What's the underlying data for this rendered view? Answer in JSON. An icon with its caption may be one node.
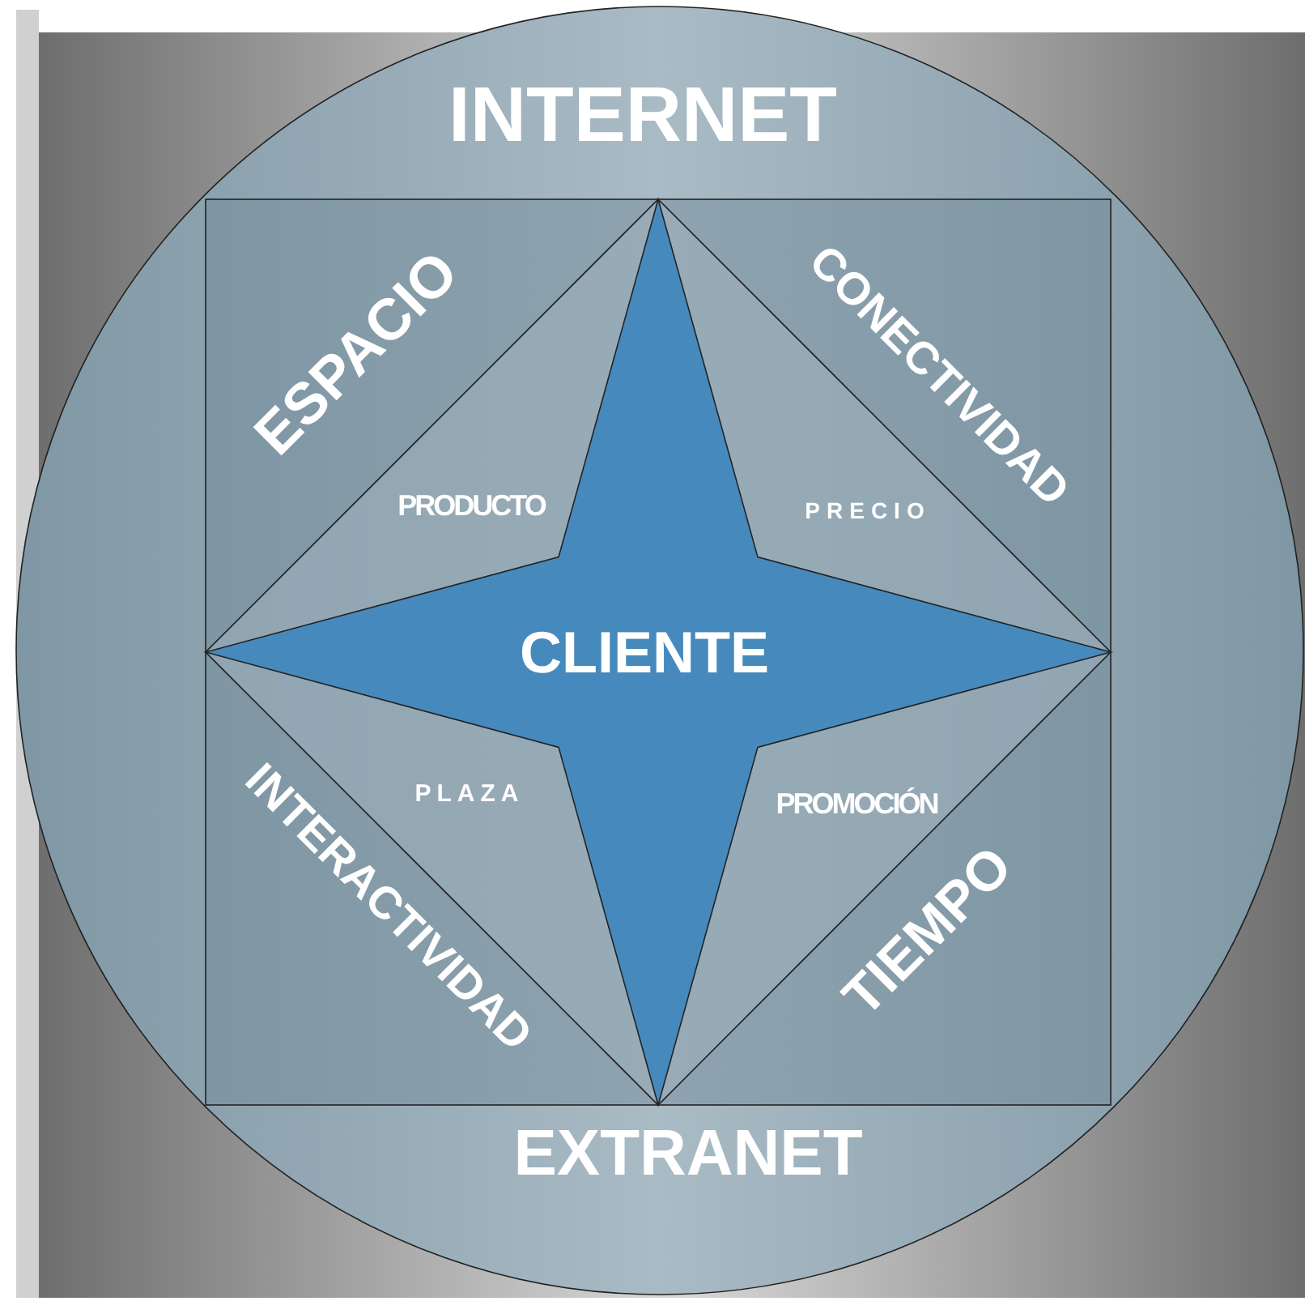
{
  "diagram": {
    "nodes": [
      {
        "text": [
          "INTERNET",
          "EXTRANET"
        ]
      },
      {
        "text": [],
        "shape": "box",
        "in": 0
      },
      {
        "text": [],
        "shape": "diamond",
        "in": 1
      },
      {
        "text": [
          "CLIENTE"
        ],
        "in": 2
      }
    ],
    "labels": [
      "ESPACIO",
      "CONECTIVIDAD",
      "PRODUCTO",
      "PRECIO",
      "PLAZA",
      "PROMOCIÓN",
      "INTERACTIVIDAD",
      "TIEMPO"
    ]
  }
}
